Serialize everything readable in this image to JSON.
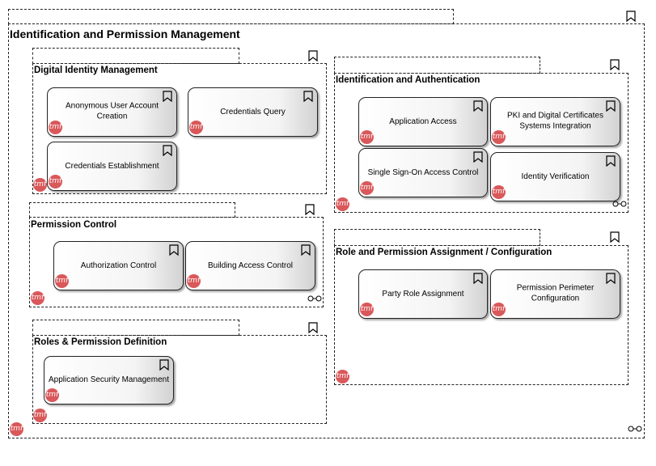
{
  "diagram": {
    "title": "Identification and Permission Management",
    "badge": "tmf",
    "groups": {
      "digital_identity": {
        "title": "Digital Identity Management",
        "items": [
          "Anonymous User Account Creation",
          "Credentials Query",
          "Credentials Establishment"
        ]
      },
      "identification": {
        "title": "Identification and Authentication",
        "items": [
          "Application Access",
          "PKI and Digital Certificates Systems Integration",
          "Single Sign-On Access Control",
          "Identity Verification"
        ]
      },
      "permission_control": {
        "title": "Permission Control",
        "items": [
          "Authorization Control",
          "Building Access Control"
        ]
      },
      "role_assignment": {
        "title": "Role and Permission Assignment / Configuration",
        "items": [
          "Party Role Assignment",
          "Permission Perimeter Configuration"
        ]
      },
      "roles_definition": {
        "title": "Roles & Permission Definition",
        "items": [
          "Application Security Management"
        ]
      }
    }
  }
}
